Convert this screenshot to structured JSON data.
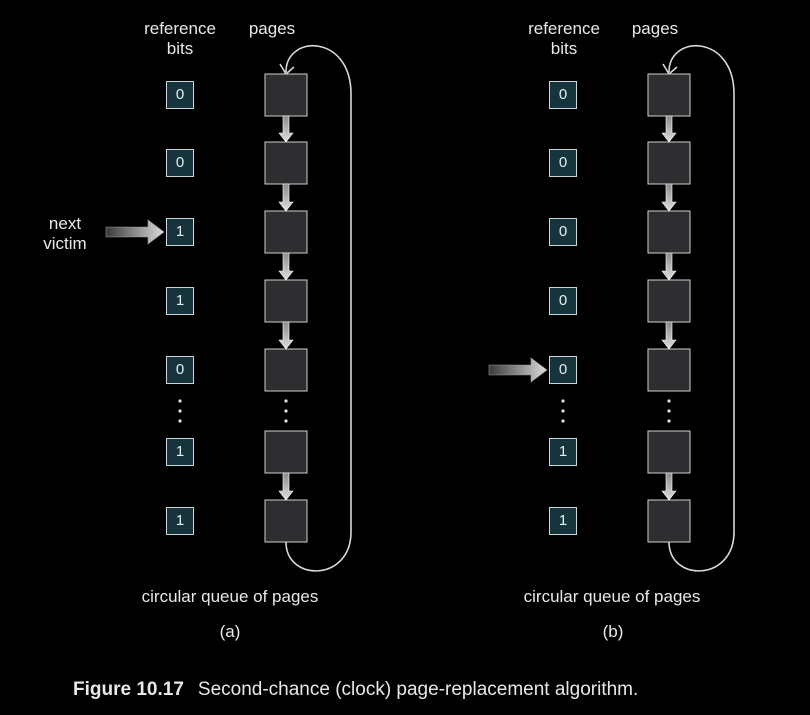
{
  "panels": [
    {
      "header_bits": "reference\nbits",
      "header_pages": "pages",
      "bits": [
        "0",
        "0",
        "1",
        "1",
        "0",
        "1",
        "1"
      ],
      "pointer_label": "next\nvictim",
      "pointer_index": 2,
      "queue_label": "circular queue of pages",
      "sub_label": "(a)"
    },
    {
      "header_bits": "reference\nbits",
      "header_pages": "pages",
      "bits": [
        "0",
        "0",
        "0",
        "0",
        "0",
        "1",
        "1"
      ],
      "pointer_label": "",
      "pointer_index": 4,
      "queue_label": "circular queue of pages",
      "sub_label": "(b)"
    }
  ],
  "caption": {
    "number": "Figure 10.17",
    "text": "Second-chance (clock) page-replacement algorithm."
  },
  "colors": {
    "background": "#000000",
    "page_fill": "#2e2e30",
    "bit_fill": "#15343c",
    "arrow": "#c8c8c8"
  }
}
